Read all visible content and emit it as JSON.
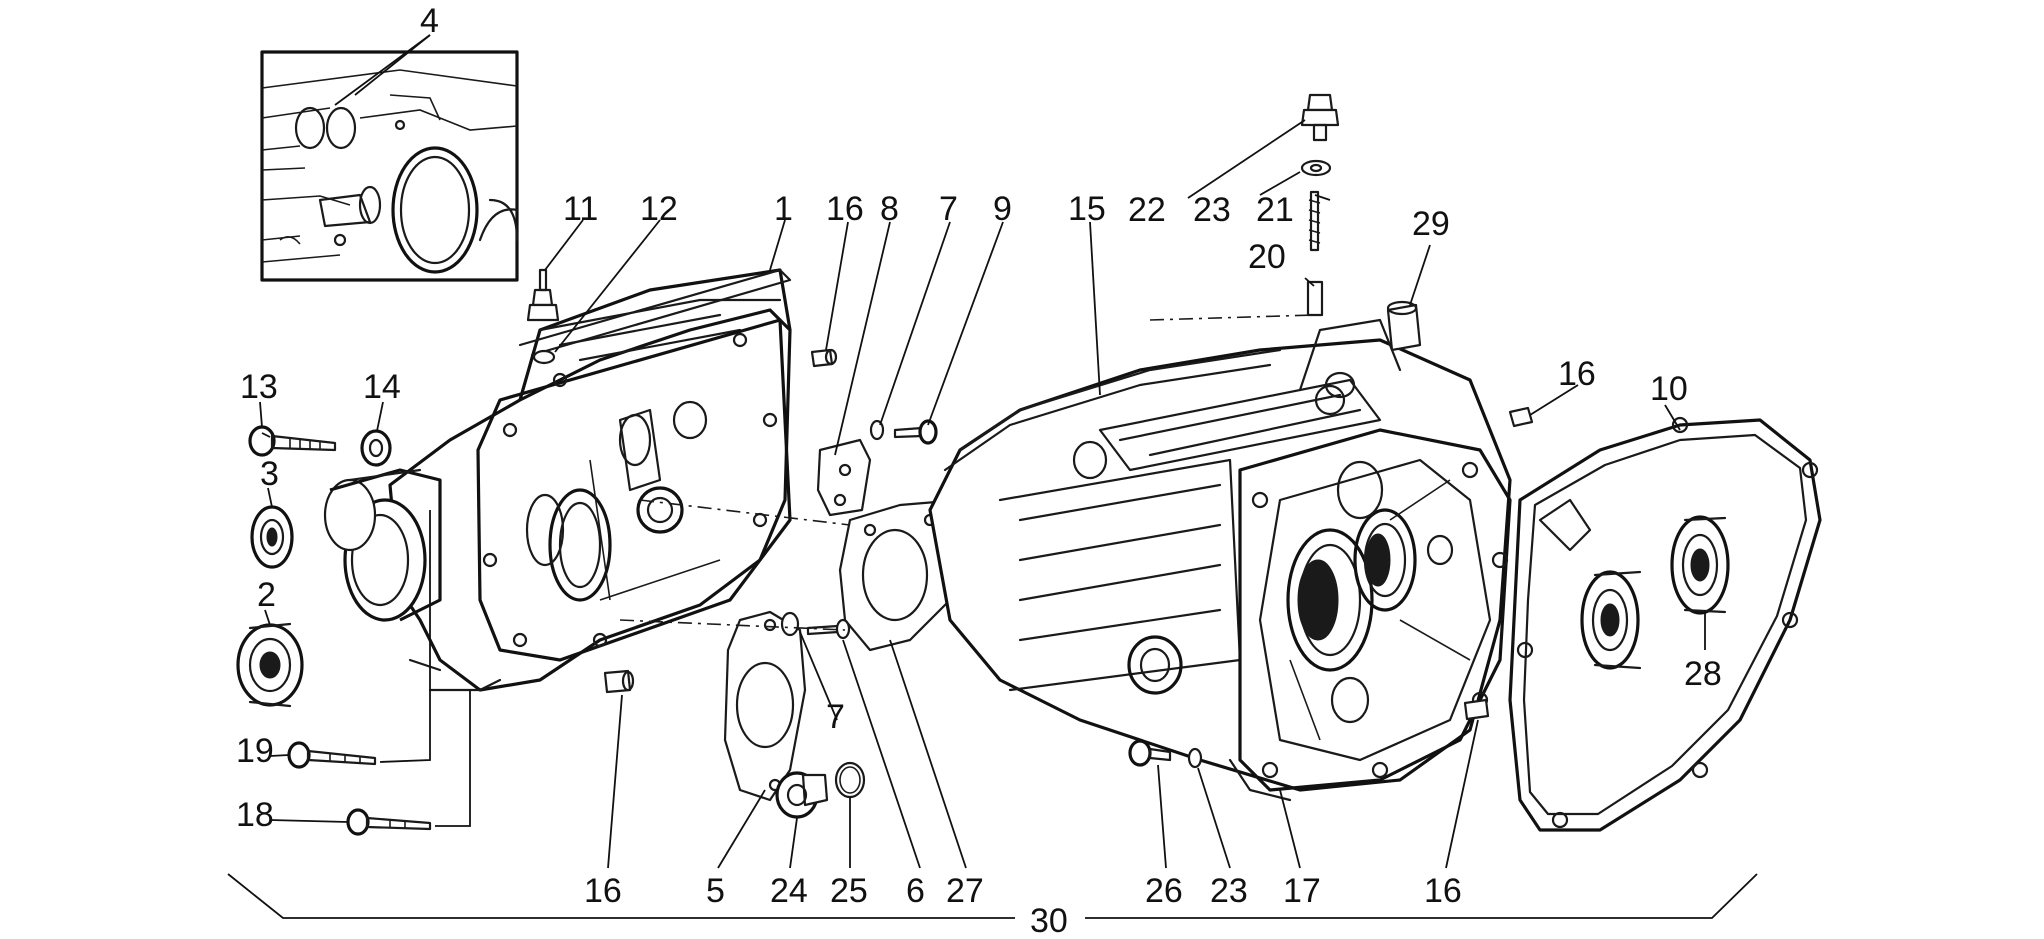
{
  "labels": [
    {
      "id": "label-4",
      "text": "4"
    },
    {
      "id": "label-11",
      "text": "11"
    },
    {
      "id": "label-12",
      "text": "12"
    },
    {
      "id": "label-1",
      "text": "1"
    },
    {
      "id": "label-16-a",
      "text": "16"
    },
    {
      "id": "label-8",
      "text": "8"
    },
    {
      "id": "label-7-a",
      "text": "7"
    },
    {
      "id": "label-9",
      "text": "9"
    },
    {
      "id": "label-15",
      "text": "15"
    },
    {
      "id": "label-22",
      "text": "22"
    },
    {
      "id": "label-23-a",
      "text": "23"
    },
    {
      "id": "label-21",
      "text": "21"
    },
    {
      "id": "label-20",
      "text": "20"
    },
    {
      "id": "label-29",
      "text": "29"
    },
    {
      "id": "label-16-b",
      "text": "16"
    },
    {
      "id": "label-10",
      "text": "10"
    },
    {
      "id": "label-13",
      "text": "13"
    },
    {
      "id": "label-14",
      "text": "14"
    },
    {
      "id": "label-3",
      "text": "3"
    },
    {
      "id": "label-2",
      "text": "2"
    },
    {
      "id": "label-28",
      "text": "28"
    },
    {
      "id": "label-7-b",
      "text": "7"
    },
    {
      "id": "label-19",
      "text": "19"
    },
    {
      "id": "label-18",
      "text": "18"
    },
    {
      "id": "label-16-c",
      "text": "16"
    },
    {
      "id": "label-5",
      "text": "5"
    },
    {
      "id": "label-24",
      "text": "24"
    },
    {
      "id": "label-25",
      "text": "25"
    },
    {
      "id": "label-6",
      "text": "6"
    },
    {
      "id": "label-27",
      "text": "27"
    },
    {
      "id": "label-26",
      "text": "26"
    },
    {
      "id": "label-23-b",
      "text": "23"
    },
    {
      "id": "label-17",
      "text": "17"
    },
    {
      "id": "label-16-d",
      "text": "16"
    },
    {
      "id": "label-30",
      "text": "30"
    }
  ]
}
